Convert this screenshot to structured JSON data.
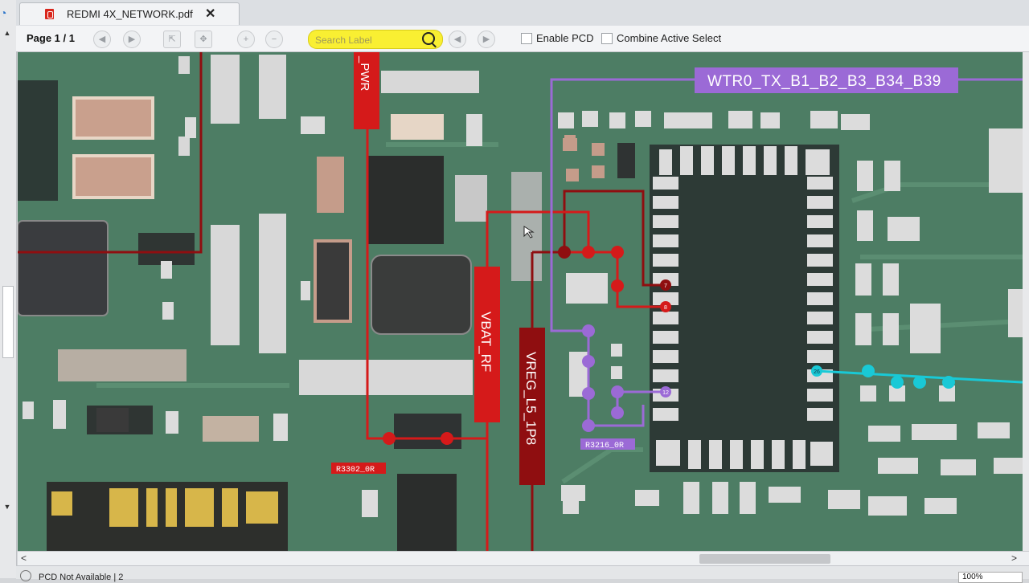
{
  "tab": {
    "title": "REDMI 4X_NETWORK.pdf",
    "close": "✕"
  },
  "toolbar": {
    "page_indicator": "Page 1 / 1",
    "search_placeholder": "Search Label",
    "enable_pcd": "Enable PCD",
    "combine_active_select": "Combine Active Select"
  },
  "board": {
    "net_labels": {
      "pwr": "_PWR",
      "wtr0": "WTR0_TX_B1_B2_B3_B34_B39",
      "vbat": "VBAT_RF",
      "vreg": "VREG_L5_1P8",
      "r3302": "R3302_0R",
      "r3216": "R3216_0R"
    },
    "pin_numbers": {
      "p7": "7",
      "p8": "8",
      "p12": "12",
      "p26": "26"
    },
    "colors": {
      "board": "#4d7d64",
      "red_net": "#d51a1a",
      "dark_red_net": "#8f0e10",
      "purple_net": "#9b6ad6",
      "cyan_net": "#19c9d6",
      "chip": "#2d3a36"
    }
  },
  "status": {
    "text": "PCD Not Available | 2",
    "zoom": "100%"
  }
}
